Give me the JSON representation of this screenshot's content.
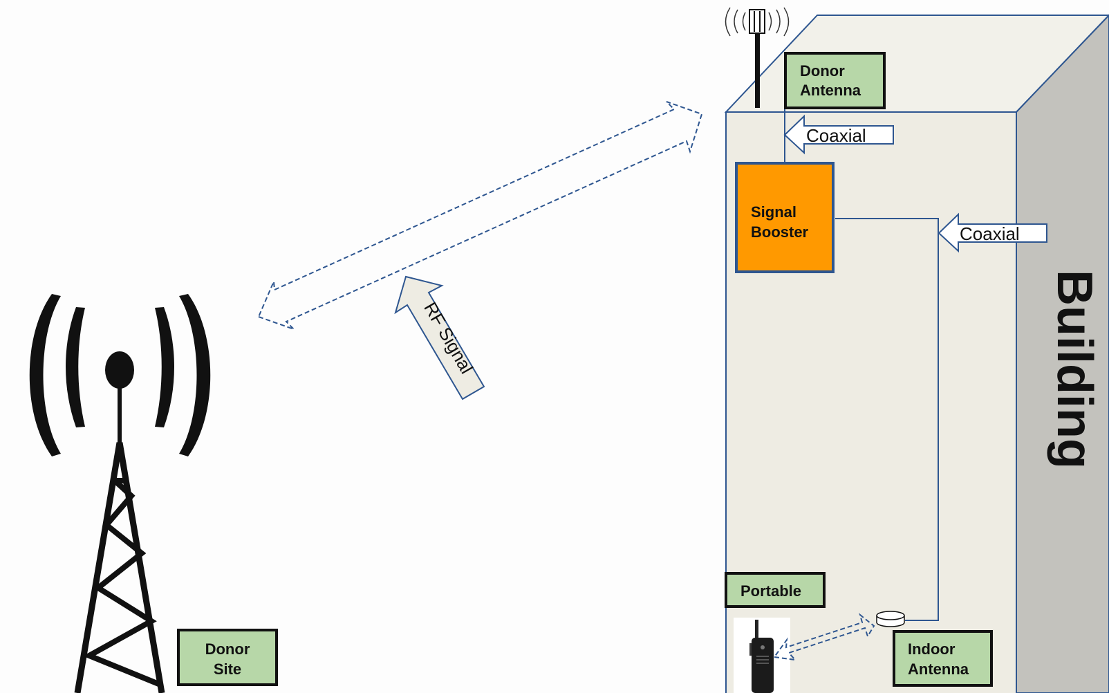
{
  "labels": {
    "donor_antenna": [
      "Donor",
      "Antenna"
    ],
    "coaxial_top": "Coaxial",
    "signal_booster": [
      "Signal",
      "Booster"
    ],
    "coaxial_right": "Coaxial",
    "building": "Building",
    "rf_signal": "RF Signal",
    "portable": "Portable",
    "indoor_antenna": [
      "Indoor",
      "Antenna"
    ],
    "donor_site": [
      "Donor",
      "Site"
    ]
  },
  "colors": {
    "label_box_fill": "#b7d7a8",
    "booster_fill": "#ff9900",
    "line_blue": "#2e5690",
    "building_front": "#eeece3",
    "building_side": "#c3c2bd",
    "building_top": "#f2f1ea"
  },
  "icons": [
    "cell-tower-icon",
    "rooftop-antenna-icon",
    "portable-radio-icon",
    "indoor-antenna-icon"
  ]
}
